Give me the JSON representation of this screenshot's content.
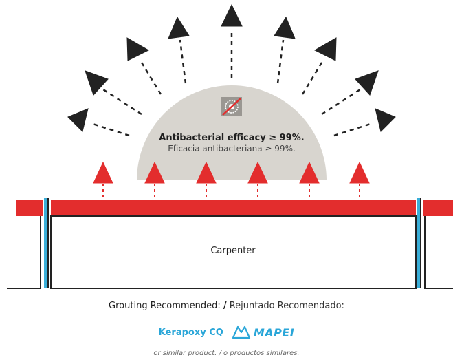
{
  "dome": {
    "title": "Antibacterial efficacy ≥ 99%.",
    "subtitle": "Eficacia antibacteriana ≥ 99%.",
    "icon": "no-bacteria-icon"
  },
  "panel_label": "Carpenter",
  "grouting": {
    "label_bold": "Grouting Recommended:",
    "separator": "/",
    "label_es": "Rejuntado Recomendado:"
  },
  "product": {
    "name": "Kerapoxy CQ",
    "brand": "MAPEI",
    "brand_icon": "mapei-logo-icon"
  },
  "footnote": "or similar product. / o productos similares.",
  "colors": {
    "red": "#e32d2d",
    "dome": "#d8d5cf",
    "arrow_dark": "#222222",
    "joint": "#3aaed8",
    "brand": "#2aa6d8"
  }
}
